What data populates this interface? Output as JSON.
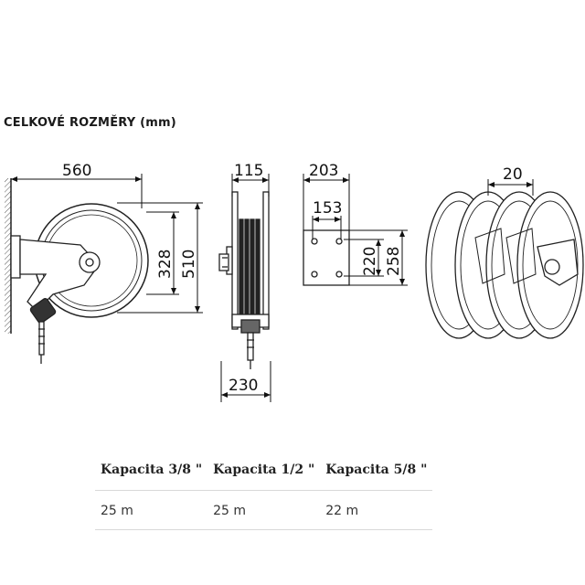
{
  "heading": {
    "title": "CELKOVÉ ROZMĚRY",
    "unit": "(mm)"
  },
  "dimensions": {
    "front_width": "560",
    "front_inner_height": "328",
    "front_height": "510",
    "side_top_width": "115",
    "side_bottom_width": "230",
    "bracket_width": "203",
    "bracket_hole_spacing": "153",
    "bracket_hole_height": "220",
    "bracket_height": "258",
    "stack_gap": "20"
  },
  "table": {
    "headers": [
      "Kapacita 3/8 \"",
      "Kapacita 1/2 \"",
      "Kapacita 5/8 \""
    ],
    "rows": [
      [
        "25 m",
        "25 m",
        "22 m"
      ]
    ]
  }
}
